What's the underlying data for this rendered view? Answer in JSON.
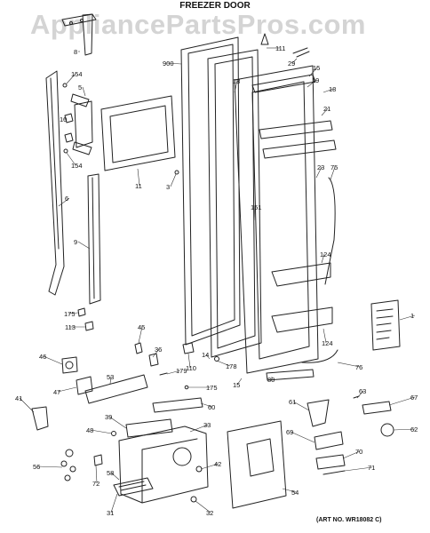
{
  "header": {
    "watermark": "AppliancePartsPros.com",
    "title": "FREEZER DOOR"
  },
  "footer": {
    "art_number": "(ART NO. WR18082 C)"
  },
  "callouts": [
    {
      "id": "c900",
      "text": "900"
    },
    {
      "id": "c111",
      "text": "111"
    },
    {
      "id": "c29",
      "text": "29"
    },
    {
      "id": "c15a",
      "text": "15"
    },
    {
      "id": "c18a",
      "text": "18"
    },
    {
      "id": "c19",
      "text": "19"
    },
    {
      "id": "c18b",
      "text": "18"
    },
    {
      "id": "c8",
      "text": "8"
    },
    {
      "id": "c154a",
      "text": "154"
    },
    {
      "id": "c5",
      "text": "5"
    },
    {
      "id": "c10",
      "text": "10"
    },
    {
      "id": "c154b",
      "text": "154"
    },
    {
      "id": "c21",
      "text": "21"
    },
    {
      "id": "c23",
      "text": "23"
    },
    {
      "id": "c75",
      "text": "75"
    },
    {
      "id": "c11",
      "text": "11"
    },
    {
      "id": "c3",
      "text": "3"
    },
    {
      "id": "c6",
      "text": "6"
    },
    {
      "id": "c151",
      "text": "151"
    },
    {
      "id": "c9",
      "text": "9"
    },
    {
      "id": "c124a",
      "text": "124"
    },
    {
      "id": "c175a",
      "text": "175"
    },
    {
      "id": "c113",
      "text": "113"
    },
    {
      "id": "c1",
      "text": "1"
    },
    {
      "id": "c124b",
      "text": "124"
    },
    {
      "id": "c45",
      "text": "45"
    },
    {
      "id": "c36",
      "text": "36"
    },
    {
      "id": "c46",
      "text": "46"
    },
    {
      "id": "c110",
      "text": "110"
    },
    {
      "id": "c14",
      "text": "14"
    },
    {
      "id": "c178",
      "text": "178"
    },
    {
      "id": "c76",
      "text": "76"
    },
    {
      "id": "c179",
      "text": "179"
    },
    {
      "id": "c53",
      "text": "53"
    },
    {
      "id": "c80",
      "text": "80"
    },
    {
      "id": "c15b",
      "text": "15"
    },
    {
      "id": "c175b",
      "text": "175"
    },
    {
      "id": "c47",
      "text": "47"
    },
    {
      "id": "c63",
      "text": "63"
    },
    {
      "id": "c67",
      "text": "67"
    },
    {
      "id": "c41",
      "text": "41"
    },
    {
      "id": "c61",
      "text": "61"
    },
    {
      "id": "c60",
      "text": "60"
    },
    {
      "id": "c39",
      "text": "39"
    },
    {
      "id": "c62",
      "text": "62"
    },
    {
      "id": "c33",
      "text": "33"
    },
    {
      "id": "c48",
      "text": "48"
    },
    {
      "id": "c69",
      "text": "69"
    },
    {
      "id": "c70",
      "text": "70"
    },
    {
      "id": "c56",
      "text": "56"
    },
    {
      "id": "c58",
      "text": "58"
    },
    {
      "id": "c42",
      "text": "42"
    },
    {
      "id": "c71",
      "text": "71"
    },
    {
      "id": "c72",
      "text": "72"
    },
    {
      "id": "c54",
      "text": "54"
    },
    {
      "id": "c31",
      "text": "31"
    },
    {
      "id": "c32",
      "text": "32"
    }
  ]
}
